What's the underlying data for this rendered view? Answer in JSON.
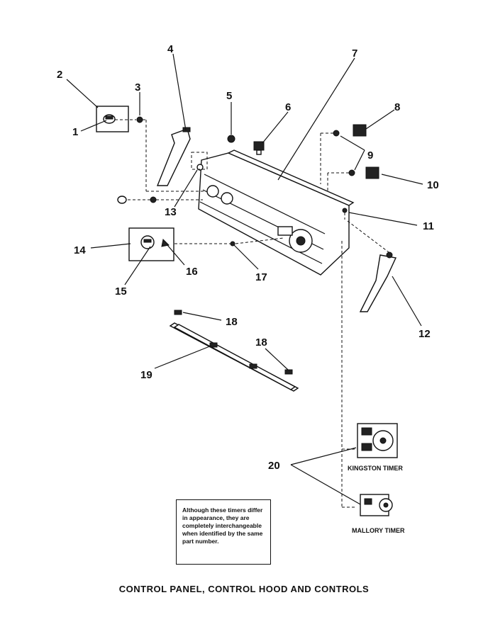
{
  "callouts": {
    "c1": "1",
    "c2": "2",
    "c3": "3",
    "c4": "4",
    "c5": "5",
    "c6": "6",
    "c7": "7",
    "c8": "8",
    "c9": "9",
    "c10": "10",
    "c11": "11",
    "c12": "12",
    "c13": "13",
    "c14": "14",
    "c15": "15",
    "c16": "16",
    "c17": "17",
    "c18a": "18",
    "c18b": "18",
    "c19": "19",
    "c20": "20"
  },
  "timers": {
    "kingston": "KINGSTON TIMER",
    "mallory": "MALLORY TIMER"
  },
  "note": "Although these timers differ in appearance, they are completely interchangeable when identified by the same part number.",
  "caption": "CONTROL PANEL, CONTROL HOOD AND CONTROLS"
}
